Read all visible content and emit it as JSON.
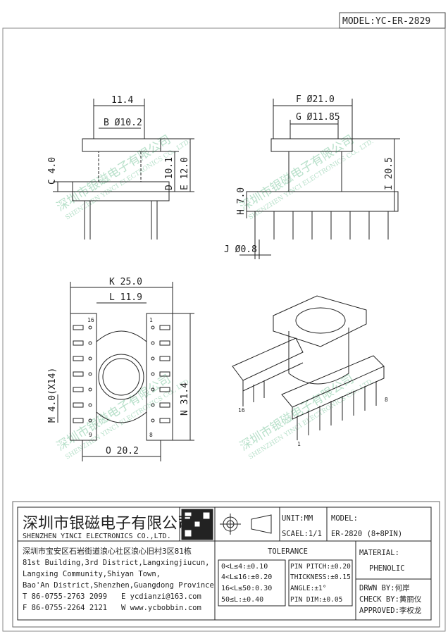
{
  "header": {
    "model_label": "MODEL:YC-ER-2829"
  },
  "watermark": {
    "cn": "深圳市银磁电子有限公司",
    "en": "SHENZHEN YINCI ELECTRONICS CO., LTD."
  },
  "dimensions": {
    "top_left": {
      "w": "11.4",
      "b": "B Ø10.2",
      "c": "C 4.0",
      "d": "D 10.1",
      "e": "E 12.0"
    },
    "top_right": {
      "f": "F Ø21.0",
      "g": "G Ø11.85",
      "h": "H 7.0",
      "i": "I 20.5",
      "j": "J Ø0.8"
    },
    "bottom": {
      "k": "K 25.0",
      "l": "L 11.9",
      "m": "M 4.0(X14)",
      "n": "N 31.4",
      "o": "O 20.2",
      "pin16": "16",
      "pin9": "9",
      "pin8": "8",
      "pin1": "1"
    },
    "iso": {
      "pin16": "16",
      "pin8": "8",
      "pin1": "1"
    }
  },
  "title_block": {
    "company_cn": "深圳市银磁电子有限公司",
    "company_en": "SHENZHEN YINCI ELECTRONICS CO.,LTD.",
    "address": [
      "深圳市宝安区石岩街道浪心社区浪心旧村3区81栋",
      "81st Building,3rd District,Langxingjiucun,",
      "Langxing Community,Shiyan Town,",
      "Bao'An District,Shenzhen,Guangdong Province"
    ],
    "tel": "T 86-0755-2763 2099",
    "email": "E ycdianzi@163.com",
    "fax": "F 86-0755-2264 2121",
    "web": "W www.ycbobbin.com",
    "unit": "UNIT:MM",
    "scale": "SCAEL:1/1",
    "model_label": "MODEL:",
    "model_value": "ER-2820 (8+8PIN)",
    "tolerance_title": "TOLERANCE",
    "tolerance_left": [
      "0<L≤4:±0.10",
      "4<L≤16:±0.20",
      "16<L≤50:0.30",
      "50≤L:±0.40"
    ],
    "tolerance_right": [
      "PIN PITCH:±0.20",
      "THICKNESS:±0.15",
      "ANGLE:±1°",
      "PIN DIM:±0.05"
    ],
    "material_label": "MATERIAL:",
    "material_value": "PHENOLIC",
    "drawn_by": "DRWN BY:何岸",
    "check_by": "CHECK BY:黄丽仪",
    "approved": "APPROVED:李权龙"
  }
}
